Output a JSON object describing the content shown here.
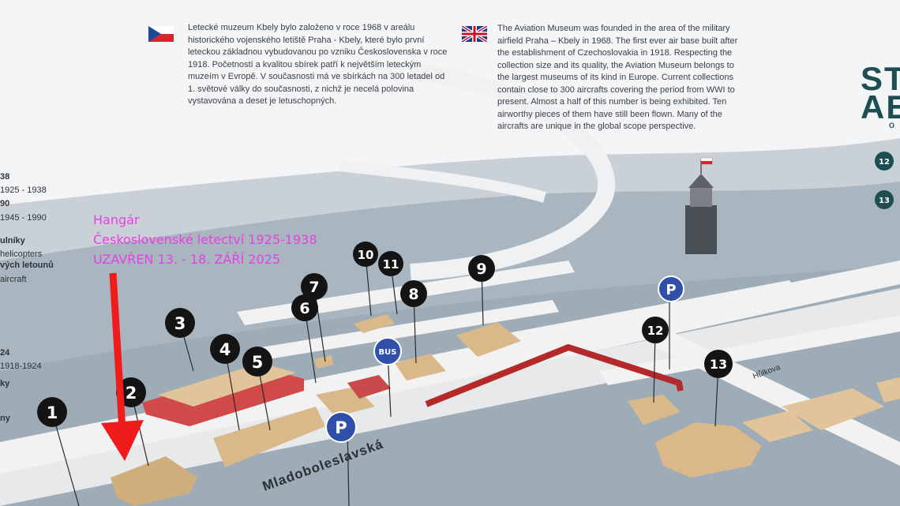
{
  "texts": {
    "cz": "Letecké muzeum Kbely bylo založeno v roce 1968 v areálu historického vojenského letiště Praha - Kbely, které bylo první leteckou základnou vybudovanou po vzniku Československa v roce 1918. Početností a kvalitou sbírek patří k největším leteckým muzeím v Evropě. V současnosti má ve sbírkách na 300 letadel od 1. světové války do současnosti, z nichž je necelá polovina vystavována a deset je letuschopných.",
    "en": "The Aviation Museum was founded in the area of the military airfield Praha – Kbely in 1968. The first ever air base built after the establishment of Czechoslovakia in 1918. Respecting the collection size and its quality, the Aviation Museum belongs to the largest museums of its kind in Europe. Current collections contain close to 300 aircrafts covering the period from WWI to present. Almost a half of this number is being exhibited. Ten airworthy pieces of them have still been flown. Many of the aircrafts are unique in the global scope perspective."
  },
  "notice": {
    "line1": "Hangár",
    "line2": "Československé letectví 1925-1938",
    "line3": "UZAVŘEN 13. - 18. ZÁŘÍ 2025"
  },
  "legend": [
    {
      "text": "38",
      "bold": true
    },
    {
      "text": "1925 - 1938",
      "bold": false
    },
    {
      "text": "90",
      "bold": true
    },
    {
      "text": "1945 - 1990",
      "bold": false
    },
    {
      "text": "ulníky",
      "bold": true
    },
    {
      "text": "helicopters",
      "bold": false
    },
    {
      "text": "vých letounů",
      "bold": true
    },
    {
      "text": "aircraft",
      "bold": false
    },
    {
      "text": "24",
      "bold": true
    },
    {
      "text": "1918-1924",
      "bold": false
    },
    {
      "text": "ky",
      "bold": true
    },
    {
      "text": "ny",
      "bold": true
    }
  ],
  "title_fragment": "ST\nAE",
  "title_sub_fragment": "O",
  "streets": {
    "main": "Mladoboleslavská",
    "side": "Hůlkova"
  },
  "markers": [
    "1",
    "2",
    "3",
    "4",
    "5",
    "6",
    "7",
    "8",
    "9",
    "10",
    "11",
    "12",
    "13"
  ],
  "side_markers": [
    "12",
    "13"
  ],
  "bus_label": "BUS",
  "parking_label": "P",
  "colors": {
    "marker_fill": "#141414",
    "notice_text": "#e640e6",
    "arrow": "#f01c1c",
    "hangar": "#d9b98a",
    "hangar_closed": "#d04a4a",
    "route": "#b42a2a",
    "parking": "#2f4fa8",
    "ground": "#aeb9c2",
    "road": "#f2f2f2",
    "title": "#1e4d52"
  }
}
